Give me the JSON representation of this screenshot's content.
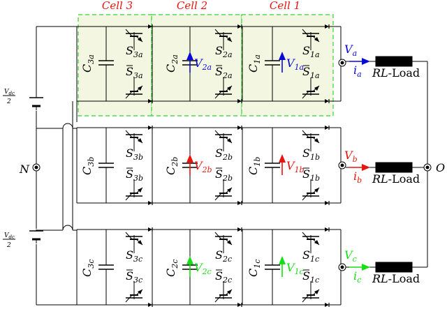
{
  "cells": [
    "Cell 3",
    "Cell 2",
    "Cell 1"
  ],
  "dc": {
    "fraction": "V",
    "fraction_sub": "dc",
    "fraction_den": "2",
    "neutral": "N"
  },
  "output_node": "O",
  "load_label": "RL",
  "load_suffix": "-Load",
  "phases": [
    {
      "name": "a",
      "color": "#0a0ad6",
      "capacitors": [
        "C",
        "C",
        "C"
      ],
      "capacitor_subs": [
        "3a",
        "2a",
        "1a"
      ],
      "switch_top": [
        "S",
        "S",
        "S"
      ],
      "switch_top_subs": [
        "3a",
        "2a",
        "1a"
      ],
      "switch_bot_subs": [
        "3a",
        "2a",
        "1a"
      ],
      "voltages": [
        "V",
        "V"
      ],
      "voltage_subs": [
        "2a",
        "1a"
      ],
      "out_voltage": "V",
      "out_voltage_sub": "a",
      "out_current": "i",
      "out_current_sub": "a"
    },
    {
      "name": "b",
      "color": "#e8140f",
      "capacitor_subs": [
        "3b",
        "2b",
        "1b"
      ],
      "switch_top_subs": [
        "3b",
        "2b",
        "1b"
      ],
      "switch_bot_subs": [
        "3b",
        "2b",
        "1b"
      ],
      "voltage_subs": [
        "2b",
        "1b"
      ],
      "out_voltage": "V",
      "out_voltage_sub": "b",
      "out_current": "i",
      "out_current_sub": "b"
    },
    {
      "name": "c",
      "color": "#14e014",
      "capacitor_subs": [
        "3c",
        "2c",
        "1c"
      ],
      "switch_top_subs": [
        "3c",
        "2c",
        "1c"
      ],
      "switch_bot_subs": [
        "3c",
        "2c",
        "1c"
      ],
      "voltage_subs": [
        "2c",
        "1c"
      ],
      "out_voltage": "V",
      "out_voltage_sub": "c",
      "out_current": "i",
      "out_current_sub": "c"
    }
  ]
}
